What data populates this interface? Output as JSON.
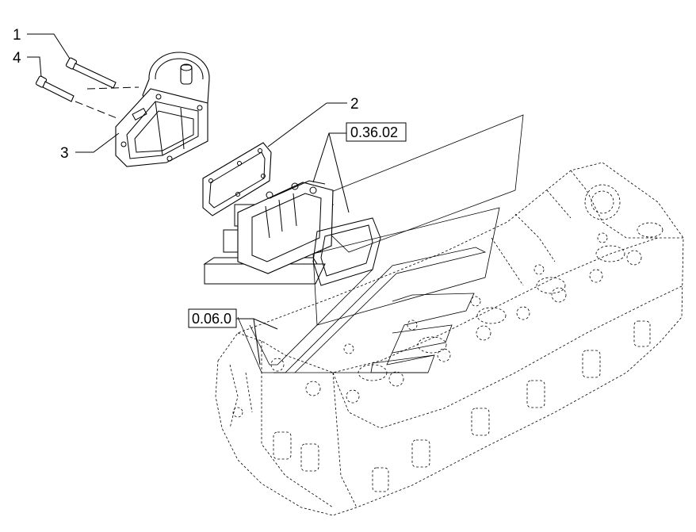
{
  "callouts": [
    {
      "id": "1",
      "label": "1"
    },
    {
      "id": "4",
      "label": "4"
    },
    {
      "id": "3",
      "label": "3"
    },
    {
      "id": "2",
      "label": "2"
    }
  ],
  "references": [
    {
      "id": "ref-0-36-02",
      "label": "0.36.02"
    },
    {
      "id": "ref-0-06-0",
      "label": "0.06.0"
    }
  ]
}
